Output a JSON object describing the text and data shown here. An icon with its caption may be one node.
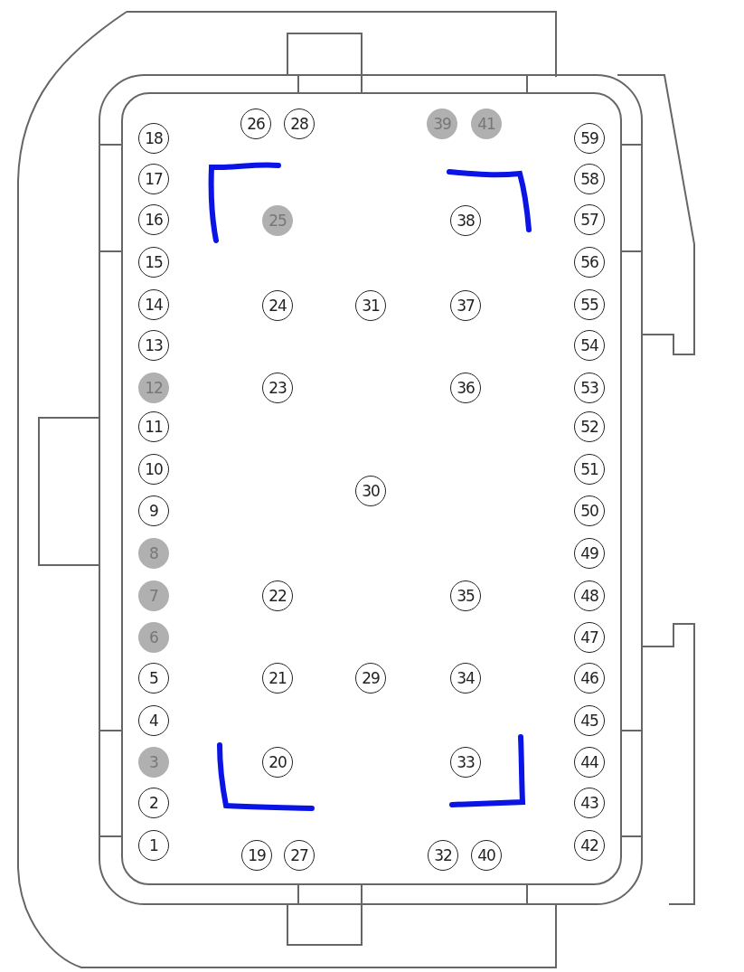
{
  "diagram": {
    "nodes": [
      {
        "text": [
          "1"
        ]
      },
      {
        "text": [
          "2"
        ]
      },
      {
        "text": [
          "3"
        ]
      },
      {
        "text": [
          "4"
        ]
      },
      {
        "text": [
          "5"
        ]
      },
      {
        "text": [
          "6"
        ]
      },
      {
        "text": [
          "7"
        ]
      },
      {
        "text": [
          "8"
        ]
      },
      {
        "text": [
          "9"
        ]
      },
      {
        "text": [
          "10"
        ]
      },
      {
        "text": [
          "11"
        ]
      },
      {
        "text": [
          "12"
        ]
      },
      {
        "text": [
          "13"
        ]
      },
      {
        "text": [
          "14"
        ]
      },
      {
        "text": [
          "15"
        ]
      },
      {
        "text": [
          "16"
        ]
      },
      {
        "text": [
          "17"
        ]
      },
      {
        "text": [
          "18"
        ]
      },
      {
        "text": [
          "19"
        ]
      },
      {
        "text": [
          "20"
        ]
      },
      {
        "text": [
          "21"
        ]
      },
      {
        "text": [
          "22"
        ]
      },
      {
        "text": [
          "23"
        ]
      },
      {
        "text": [
          "24"
        ]
      },
      {
        "text": [
          "25"
        ]
      },
      {
        "text": [
          "26"
        ]
      },
      {
        "text": [
          "27"
        ]
      },
      {
        "text": [
          "28"
        ]
      },
      {
        "text": [
          "29"
        ]
      },
      {
        "text": [
          "30"
        ]
      },
      {
        "text": [
          "31"
        ]
      },
      {
        "text": [
          "32"
        ]
      },
      {
        "text": [
          "33"
        ]
      },
      {
        "text": [
          "34"
        ]
      },
      {
        "text": [
          "35"
        ]
      },
      {
        "text": [
          "36"
        ]
      },
      {
        "text": [
          "37"
        ]
      },
      {
        "text": [
          "38"
        ]
      },
      {
        "text": [
          "39"
        ]
      },
      {
        "text": [
          "40"
        ]
      },
      {
        "text": [
          "41"
        ]
      },
      {
        "text": [
          "42"
        ]
      },
      {
        "text": [
          "43"
        ]
      },
      {
        "text": [
          "44"
        ]
      },
      {
        "text": [
          "45"
        ]
      },
      {
        "text": [
          "46"
        ]
      },
      {
        "text": [
          "47"
        ]
      },
      {
        "text": [
          "48"
        ]
      },
      {
        "text": [
          "49"
        ]
      },
      {
        "text": [
          "50"
        ]
      },
      {
        "text": [
          "51"
        ]
      },
      {
        "text": [
          "52"
        ]
      },
      {
        "text": [
          "53"
        ]
      },
      {
        "text": [
          "54"
        ]
      },
      {
        "text": [
          "55"
        ]
      },
      {
        "text": [
          "56"
        ]
      },
      {
        "text": [
          "57"
        ]
      },
      {
        "text": [
          "58"
        ]
      },
      {
        "text": [
          "59"
        ]
      }
    ]
  }
}
